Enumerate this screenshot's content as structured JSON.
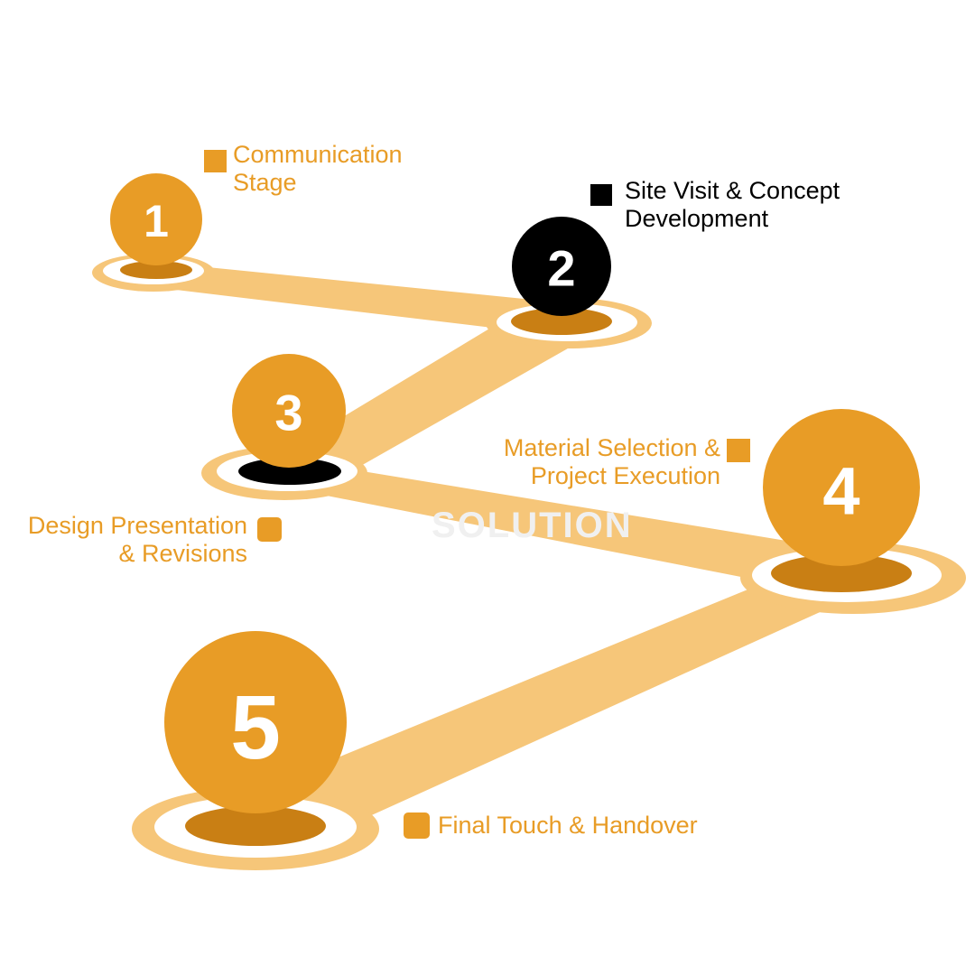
{
  "colors": {
    "orange": "#E89C26",
    "path": "#F6C679",
    "shadow": "#C97F14",
    "black": "#000000",
    "white": "#FFFFFF"
  },
  "watermark": "SOLUTION",
  "steps": [
    {
      "number": "1",
      "label_lines": [
        "Communication",
        "Stage"
      ],
      "color": "orange",
      "marker": "orange",
      "shadow": "orange"
    },
    {
      "number": "2",
      "label_lines": [
        "Site Visit & Concept",
        "Development"
      ],
      "color": "black",
      "marker": "black",
      "shadow": "orange"
    },
    {
      "number": "3",
      "label_lines": [
        "Design Presentation",
        "& Revisions"
      ],
      "color": "orange",
      "marker": "orange-rounded",
      "shadow": "black"
    },
    {
      "number": "4",
      "label_lines": [
        "Material Selection &",
        "Project Execution"
      ],
      "color": "orange",
      "marker": "orange",
      "shadow": "orange"
    },
    {
      "number": "5",
      "label_lines": [
        "Final Touch & Handover"
      ],
      "color": "orange",
      "marker": "orange-rounded",
      "shadow": "orange"
    }
  ]
}
